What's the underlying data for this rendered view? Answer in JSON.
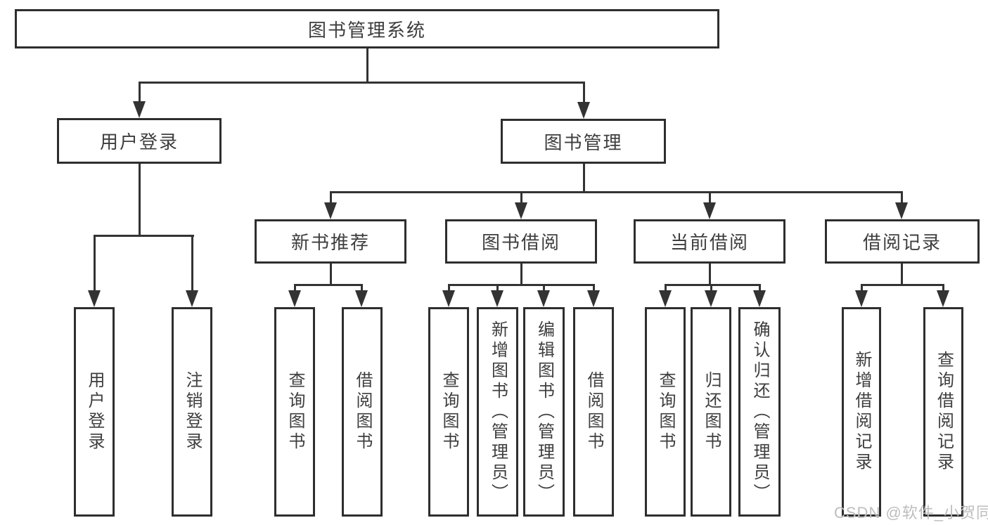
{
  "diagram": {
    "root": {
      "label": "图书管理系统"
    },
    "level2": [
      {
        "label": "用户登录"
      },
      {
        "label": "图书管理"
      }
    ],
    "level3": [
      {
        "label": "新书推荐",
        "parent": "图书管理"
      },
      {
        "label": "图书借阅",
        "parent": "图书管理"
      },
      {
        "label": "当前借阅",
        "parent": "图书管理"
      },
      {
        "label": "借阅记录",
        "parent": "图书管理"
      }
    ],
    "leaves": [
      {
        "label": "用户登录",
        "parent": "用户登录"
      },
      {
        "label": "注销登录",
        "parent": "用户登录"
      },
      {
        "label": "查询图书",
        "parent": "新书推荐"
      },
      {
        "label": "借阅图书",
        "parent": "新书推荐"
      },
      {
        "label": "查询图书",
        "parent": "图书借阅"
      },
      {
        "label": "新增图书（管理员）",
        "parent": "图书借阅"
      },
      {
        "label": "编辑图书（管理员）",
        "parent": "图书借阅"
      },
      {
        "label": "借阅图书",
        "parent": "图书借阅"
      },
      {
        "label": "查询图书",
        "parent": "当前借阅"
      },
      {
        "label": "归还图书",
        "parent": "当前借阅"
      },
      {
        "label": "确认归还（管理员）",
        "parent": "当前借阅"
      },
      {
        "label": "新增借阅记录",
        "parent": "借阅记录"
      },
      {
        "label": "查询借阅记录",
        "parent": "借阅记录"
      }
    ]
  },
  "watermark": {
    "text": "CSDN @软件_小贺同学",
    "color": "#bdbdbd"
  },
  "colors": {
    "line": "#333333",
    "box_border": "#2e2e2e",
    "box_fill": "#ffffff",
    "text": "#3e3e3e",
    "background": "#ffffff"
  }
}
